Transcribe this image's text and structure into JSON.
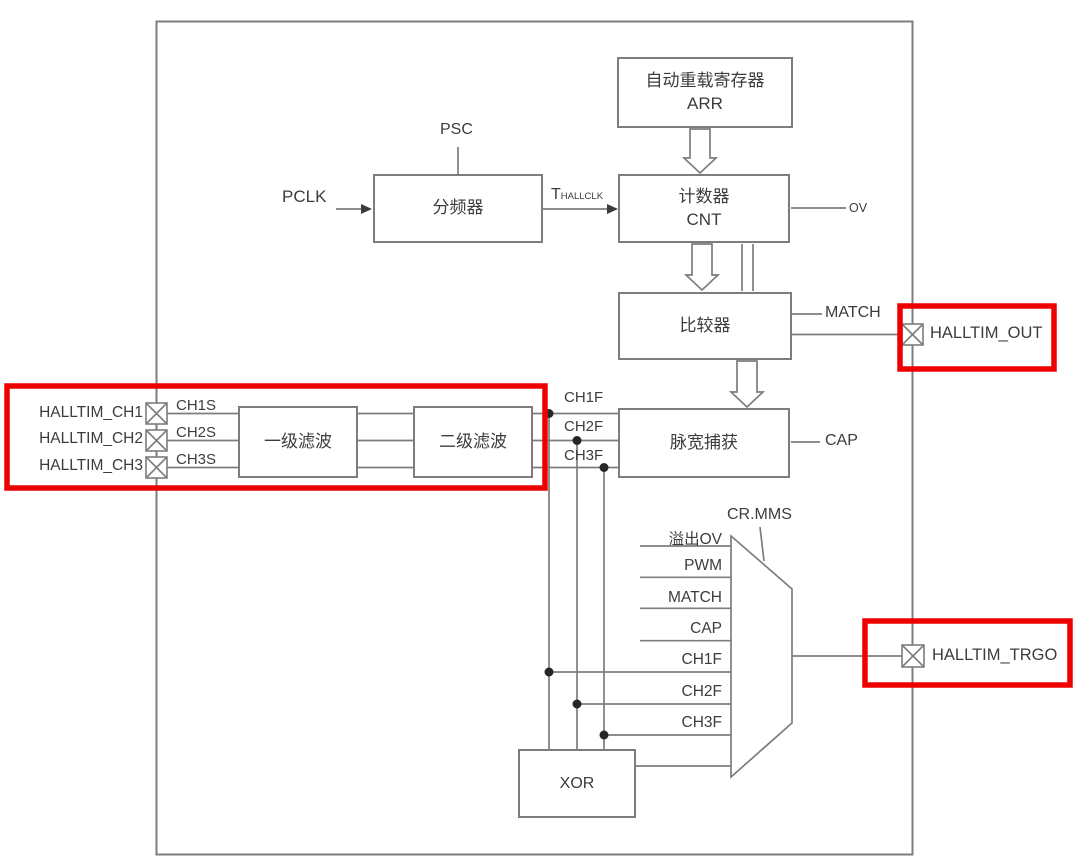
{
  "blocks": {
    "arr": {
      "name_cn": "自动重载寄存器",
      "name_en": "ARR"
    },
    "prescaler": {
      "label": "分频器"
    },
    "counter": {
      "name_cn": "计数器",
      "name_en": "CNT"
    },
    "comparator": {
      "label": "比较器"
    },
    "pulse_capture": {
      "label": "脉宽捕获"
    },
    "filter_stage1": {
      "label": "一级滤波"
    },
    "filter_stage2": {
      "label": "二级滤波"
    },
    "xor": {
      "label": "XOR"
    }
  },
  "signals": {
    "psc": "PSC",
    "pclk": "PCLK",
    "hallclk_main": "T",
    "hallclk_sub": "HALLCLK",
    "ov": "OV",
    "match": "MATCH",
    "cap": "CAP",
    "ch1s": "CH1S",
    "ch2s": "CH2S",
    "ch3s": "CH3S",
    "ch1f": "CH1F",
    "ch2f": "CH2F",
    "ch3f": "CH3F"
  },
  "pads": {
    "ch1": "HALLTIM_CH1",
    "ch2": "HALLTIM_CH2",
    "ch3": "HALLTIM_CH3",
    "out": "HALLTIM_OUT",
    "trgo": "HALLTIM_TRGO"
  },
  "mux": {
    "select_label": "CR.MMS",
    "inputs": [
      "溢出OV",
      "PWM",
      "MATCH",
      "CAP",
      "CH1F",
      "CH2F",
      "CH3F"
    ]
  },
  "colors": {
    "highlight_red": "#ee0000",
    "line_gray": "#7d7d7d",
    "text": "#3c3c3c"
  }
}
